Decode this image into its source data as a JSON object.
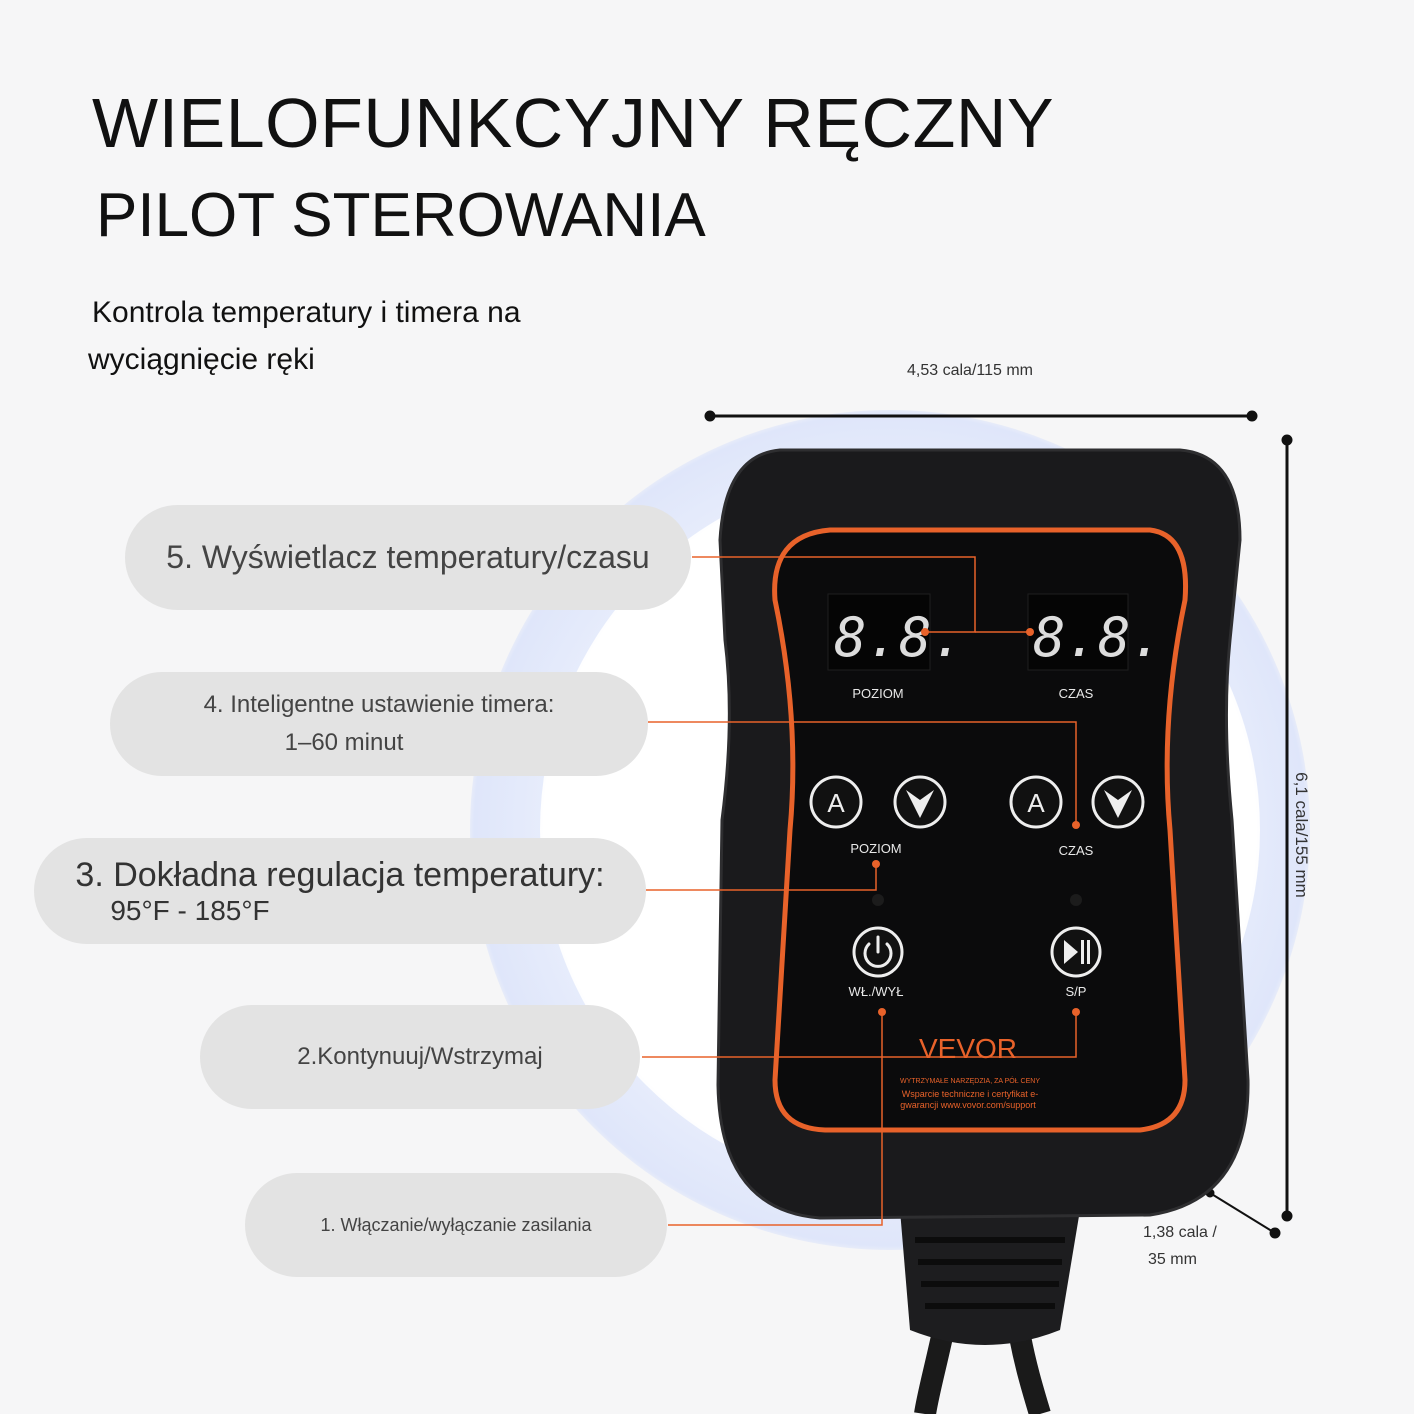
{
  "header": {
    "title_line1": "WIELOFUNKCYJNY RĘCZNY",
    "title_line2": "PILOT STEROWANIA",
    "subtitle_line1": "Kontrola temperatury i timera na",
    "subtitle_line2": "wyciągnięcie ręki"
  },
  "dimensions": {
    "width": "4,53 cala/115 mm",
    "height": "6,1 cala/155 mm",
    "depth_line1": "1,38 cala /",
    "depth_line2": "35 mm"
  },
  "callouts": [
    {
      "line1": "5. Wyświetlacz temperatury/czasu",
      "line2": ""
    },
    {
      "line1": "4. Inteligentne ustawienie timera:",
      "line2": "1–60 minut"
    },
    {
      "line1": "3. Dokładna regulacja temperatury:",
      "line2": "95°F - 185°F"
    },
    {
      "line1": "2.Kontynuuj/Wstrzymaj",
      "line2": ""
    },
    {
      "line1": "1. Włączanie/wyłączanie zasilania",
      "line2": ""
    }
  ],
  "device": {
    "display_left_label": "POZIOM",
    "display_right_label": "CZAS",
    "display_value": "8.8.",
    "buttons_left_label": "POZIOM",
    "buttons_right_label": "CZAS",
    "up_glyph": "A",
    "power_label": "WŁ./WYŁ",
    "play_label": "S/P",
    "brand": "VEVOR",
    "fine_print_1": "WYTRZYMAŁE NARZĘDZIA, ZA PÓŁ CENY",
    "fine_print_2": "Wsparcie techniczne i certyfikat e-",
    "fine_print_3": "gwarancji www.vovor.com/support"
  },
  "colors": {
    "accent": "#e8622a",
    "device_body": "#1a1a1c",
    "pill": "#e3e3e3",
    "glow": "#c9d6f5"
  },
  "icons": [
    "power-icon",
    "play-pause-icon",
    "up-arrow-icon",
    "down-arrow-icon"
  ]
}
